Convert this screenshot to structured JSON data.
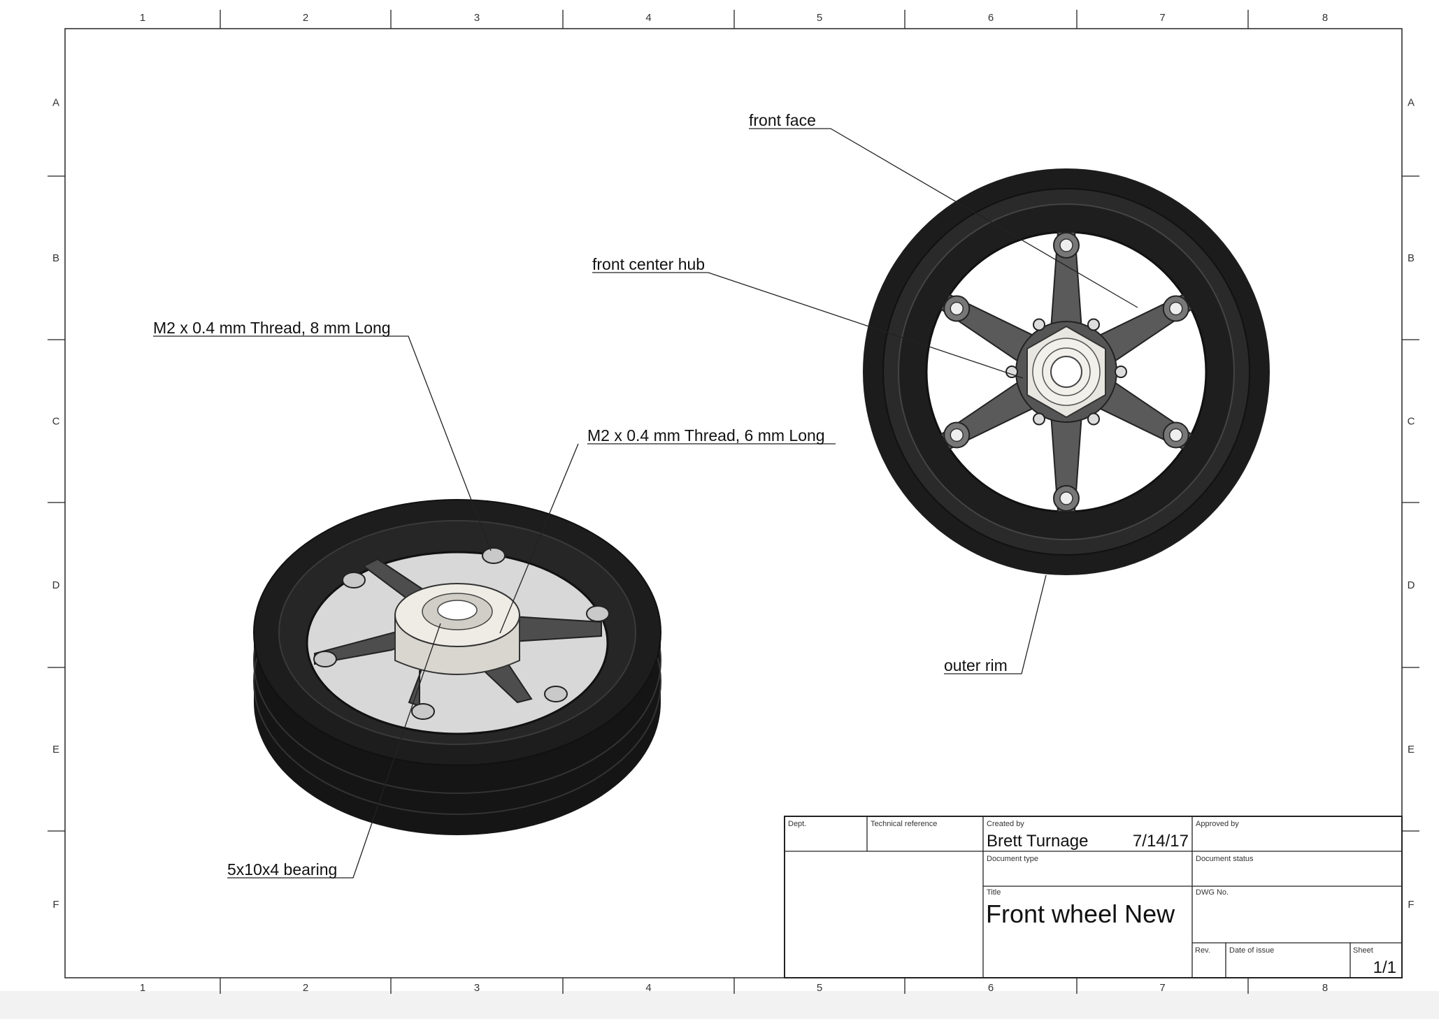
{
  "grid": {
    "columns": [
      "1",
      "2",
      "3",
      "4",
      "5",
      "6",
      "7",
      "8"
    ],
    "rows": [
      "A",
      "B",
      "C",
      "D",
      "E",
      "F"
    ]
  },
  "callouts": {
    "front_face": "front face",
    "front_center_hub": "front center hub",
    "screw_8mm": "M2 x 0.4 mm Thread, 8 mm Long",
    "screw_6mm": "M2 x 0.4 mm Thread, 6 mm Long",
    "outer_rim": "outer rim",
    "bearing": "5x10x4 bearing"
  },
  "title_block": {
    "dept_label": "Dept.",
    "tech_ref_label": "Technical reference",
    "created_by_label": "Created by",
    "created_by": "Brett Turnage",
    "created_date": "7/14/17",
    "approved_by_label": "Approved by",
    "document_type_label": "Document type",
    "document_status_label": "Document status",
    "title_label": "Title",
    "title": "Front wheel New",
    "dwg_no_label": "DWG No.",
    "rev_label": "Rev.",
    "date_of_issue_label": "Date of issue",
    "sheet_label": "Sheet",
    "sheet": "1/1"
  }
}
